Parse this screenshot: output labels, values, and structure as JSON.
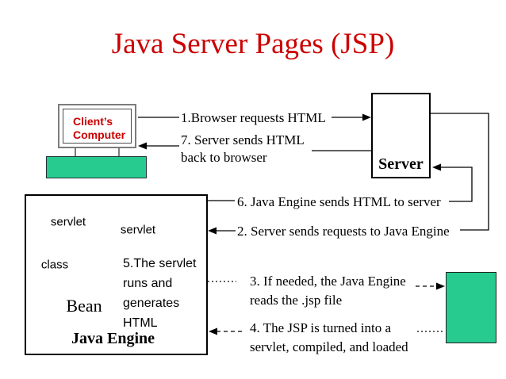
{
  "title": "Java Server Pages (JSP)",
  "colors": {
    "accent_red": "#cc0000",
    "accent_green": "#27cb8f",
    "line_black": "#000000"
  },
  "client": {
    "label": "Client’s\nComputer"
  },
  "server": {
    "label": "Server"
  },
  "java_engine": {
    "label": "Java Engine",
    "ellipses": [
      {
        "label": "servlet"
      },
      {
        "label": "servlet"
      },
      {
        "label": "class"
      },
      {
        "label": "Bean"
      }
    ]
  },
  "steps": {
    "s1": "1.Browser requests HTML",
    "s2": "2. Server sends requests to Java Engine",
    "s3": "3. If needed, the Java Engine\nreads the .jsp file",
    "s4": "4. The JSP is turned into a\nservlet, compiled, and loaded",
    "s5": "5.The servlet\nruns and\ngenerates\nHTML",
    "s6": "6. Java Engine sends HTML to server",
    "s7": "7. Server sends HTML\nback to browser"
  }
}
